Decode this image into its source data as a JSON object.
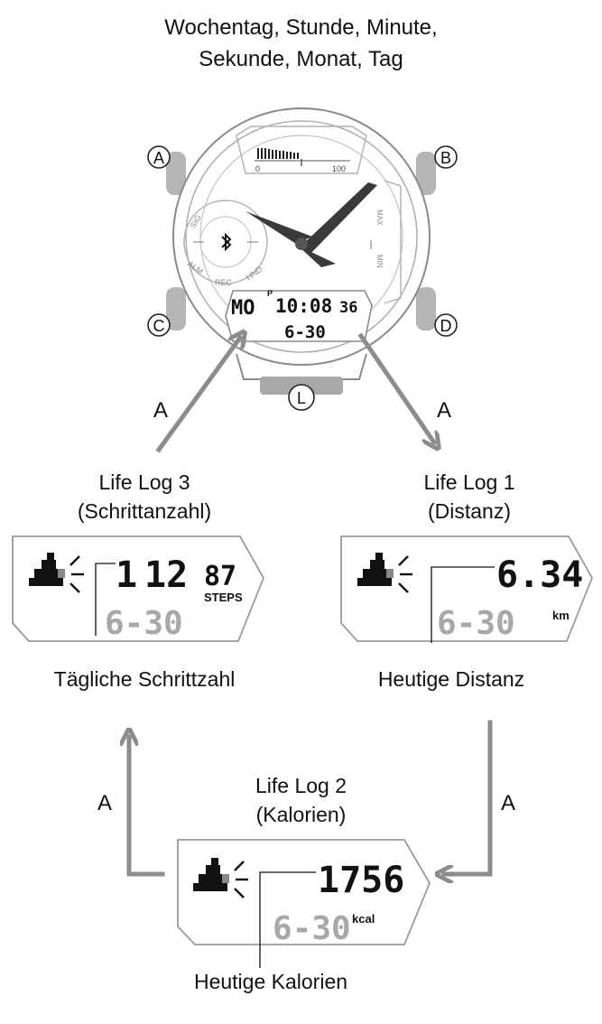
{
  "header": {
    "line1": "Wochentag, Stunde, Minute,",
    "line2": "Sekunde, Monat, Tag"
  },
  "watch": {
    "buttons": {
      "a": "A",
      "b": "B",
      "c": "C",
      "d": "D",
      "l": "L"
    },
    "gauge": {
      "min": "0",
      "max": "100",
      "bars": 12
    },
    "bezel": {
      "sig": "SIG",
      "alm": "ALM",
      "rec": "REC",
      "hnd": "HND",
      "max": "MAX",
      "min": "MIN"
    },
    "lcd": {
      "weekday": "MO",
      "pm": "P",
      "time": "10:08",
      "seconds": "36",
      "date": "6-30"
    },
    "icons": [
      "bluetooth-icon"
    ]
  },
  "arrows": {
    "label": "A"
  },
  "screens": {
    "log3": {
      "title_line1": "Life Log 3",
      "title_line2": "(Schrittanzahl)",
      "value_a": "1",
      "value_b": "12",
      "value_c": "87",
      "unit": "STEPS",
      "date": "6-30",
      "caption": "Tägliche Schrittzahl"
    },
    "log1": {
      "title_line1": "Life Log 1",
      "title_line2": "(Distanz)",
      "value": "6.34",
      "unit": "km",
      "date": "6-30",
      "caption": "Heutige Distanz"
    },
    "log2": {
      "title_line1": "Life Log 2",
      "title_line2": "(Kalorien)",
      "value": "1756",
      "unit": "kcal",
      "date": "6-30",
      "caption": "Heutige Kalorien"
    }
  },
  "colors": {
    "accent_gray": "#9a9a9a",
    "ink": "#111111",
    "lcd_dim": "#a8a8a8"
  }
}
